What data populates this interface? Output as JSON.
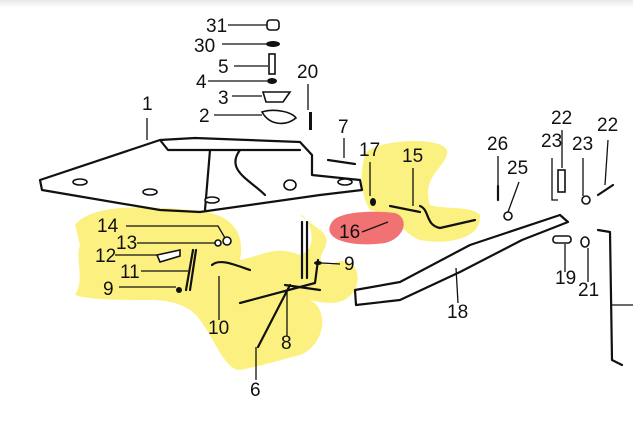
{
  "diagram": {
    "labels": [
      "31",
      "30",
      "5",
      "4",
      "3",
      "2",
      "20",
      "1",
      "7",
      "17",
      "15",
      "26",
      "22",
      "22",
      "23",
      "23",
      "25",
      "14",
      "13",
      "12",
      "11",
      "9",
      "9",
      "10",
      "8",
      "6",
      "16",
      "18",
      "19",
      "21"
    ],
    "highlight_colors": {
      "yellow": "#fbef6a",
      "red": "#ee5a5a"
    }
  }
}
